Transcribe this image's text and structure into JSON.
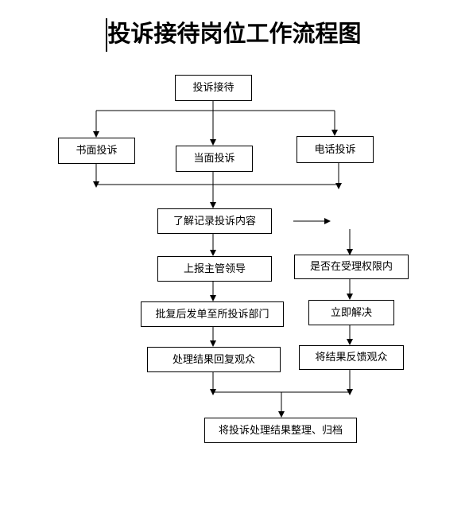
{
  "title": "投诉接待岗位工作流程图",
  "nodes": {
    "reception": "投诉接待",
    "written": "书面投诉",
    "in_person": "当面投诉",
    "phone": "电话投诉",
    "record": "了解记录投诉内容",
    "report": "上报主管领导",
    "within_scope": "是否在受理权限内",
    "dispatch": "批复后发单至所投诉部门",
    "resolve": "立即解决",
    "reply": "处理结果回复观众",
    "feedback": "将结果反馈观众",
    "archive": "将投诉处理结果整理、归档"
  }
}
